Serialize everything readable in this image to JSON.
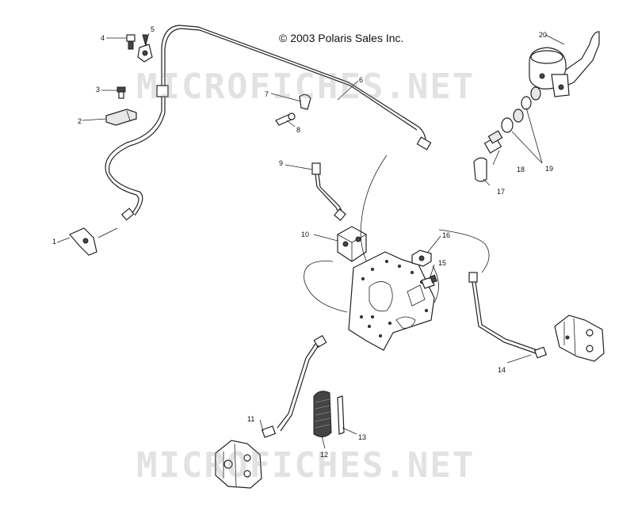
{
  "copyright": "© 2003 Polaris Sales Inc.",
  "watermark": "MICROFICHES.NET",
  "callouts": {
    "c1": "1",
    "c2": "2",
    "c3": "3",
    "c4": "4",
    "c5": "5",
    "c6": "6",
    "c7": "7",
    "c8": "8",
    "c9": "9",
    "c10": "10",
    "c11": "11",
    "c12": "12",
    "c13": "13",
    "c14": "14",
    "c15": "15",
    "c16": "16",
    "c17": "17",
    "c18": "18",
    "c19": "19",
    "c20": "20"
  }
}
